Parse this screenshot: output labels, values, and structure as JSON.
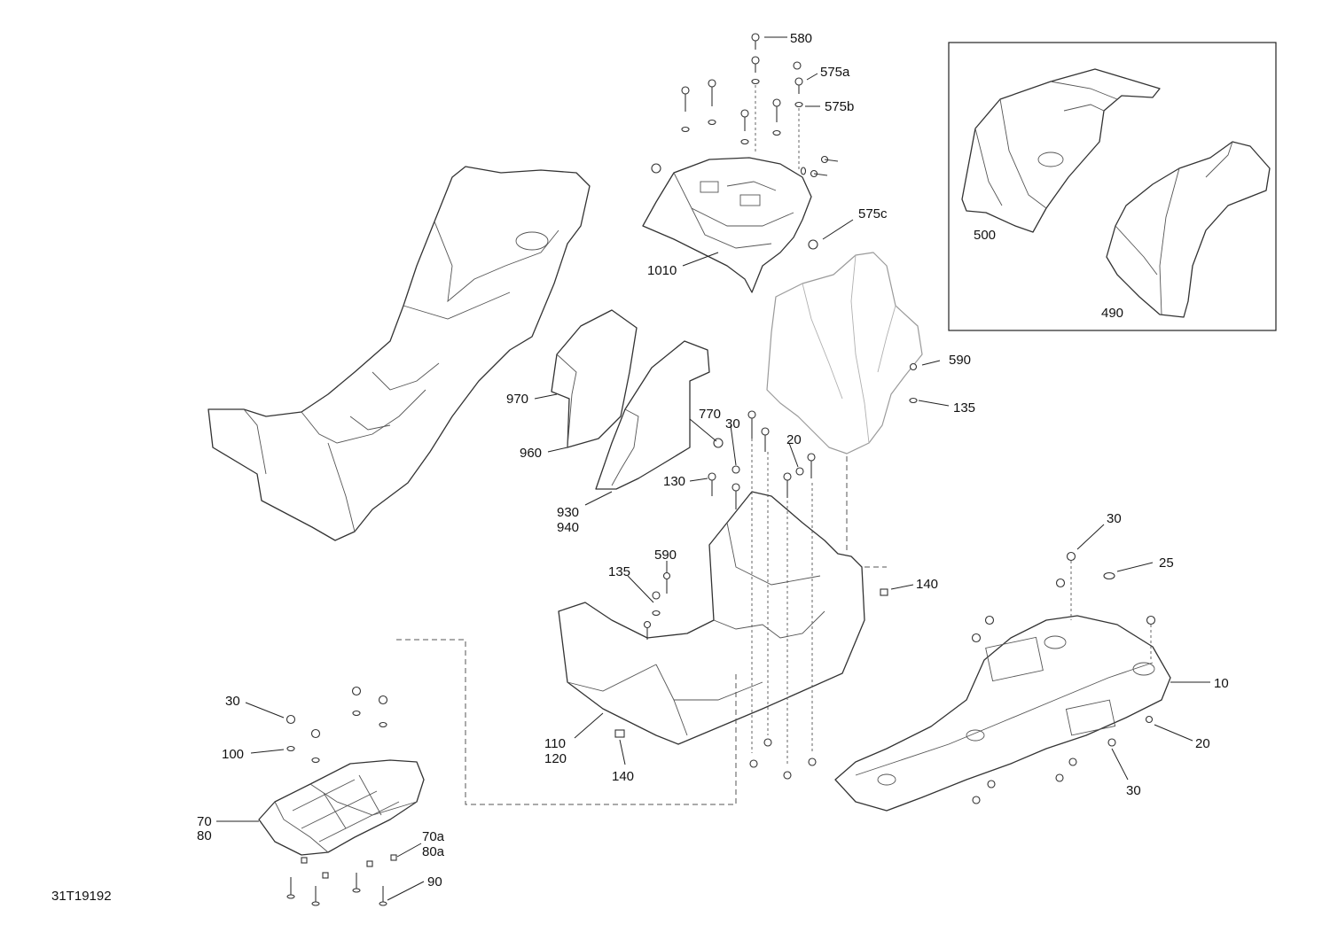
{
  "diagram_code": "31T19192",
  "callouts": {
    "c580": "580",
    "c575a": "575a",
    "c575b": "575b",
    "c575c": "575c",
    "c1010": "1010",
    "c500": "500",
    "c490": "490",
    "c590_top": "590",
    "c135_top": "135",
    "c970": "970",
    "c960": "960",
    "c930": "930",
    "c940": "940",
    "c770": "770",
    "c30_mid": "30",
    "c20_mid": "20",
    "c130": "130",
    "c135_mid": "135",
    "c590_mid": "590",
    "c140_right": "140",
    "c110": "110",
    "c120": "120",
    "c140_bottom": "140",
    "c30_right_top": "30",
    "c25": "25",
    "c10": "10",
    "c20_right": "20",
    "c30_right_bottom": "30",
    "c30_left": "30",
    "c100": "100",
    "c70": "70",
    "c80": "80",
    "c70a": "70a",
    "c80a": "80a",
    "c90": "90"
  }
}
